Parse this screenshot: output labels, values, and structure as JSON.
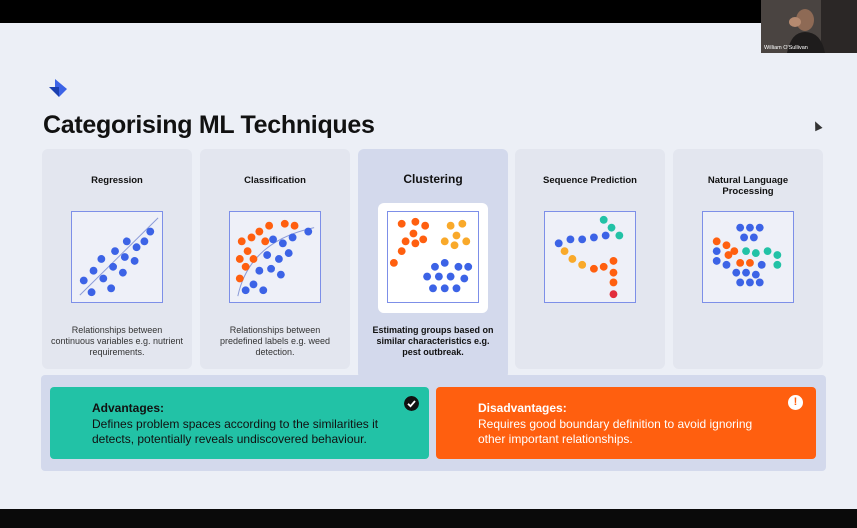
{
  "slide": {
    "title": "Categorising ML Techniques"
  },
  "cards": [
    {
      "title": "Regression",
      "description": "Relationships between continuous variables e.g. nutrient requirements."
    },
    {
      "title": "Classification",
      "description": "Relationships between predefined labels e.g. weed detection."
    },
    {
      "title": "Clustering",
      "description": "Estimating groups based on similar characteristics e.g. pest outbreak."
    },
    {
      "title": "Sequence Prediction",
      "description": ""
    },
    {
      "title": "Natural Language Processing",
      "description": ""
    }
  ],
  "advantages": {
    "title": "Advantages:",
    "text": "Defines problem spaces according to the similarities it detects, potentially reveals undiscovered behaviour."
  },
  "disadvantages": {
    "title": "Disadvantages:",
    "text": "Requires good boundary definition to avoid ignoring other important relationships."
  },
  "webcam": {
    "name": "William O'Sullivan"
  },
  "colors": {
    "blue": "#3c63e6",
    "orange": "#ff5f0f",
    "yellow": "#f9a92a",
    "teal": "#22c2a6",
    "red": "#e22d3c"
  }
}
